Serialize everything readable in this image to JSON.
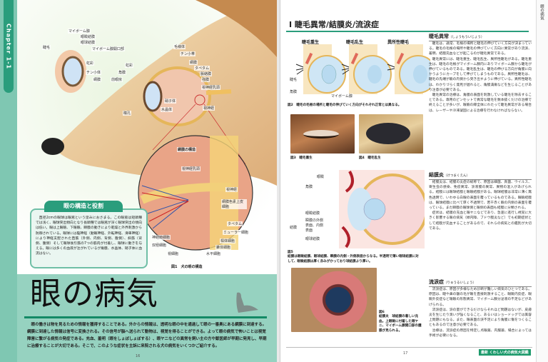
{
  "left_page": {
    "chapter_tab": "Chapter 1-1",
    "figure1": {
      "labels_small_eye": [
        "マイボーム腺",
        "眼瞼結膜",
        "眼球結膜",
        "マイボーム腺開口部",
        "睫毛",
        "虹彩",
        "チン小体",
        "網膜"
      ],
      "labels_large_eye": [
        "毛様体",
        "チン小帯",
        "網膜",
        "タペタム",
        "脈絡膜",
        "強膜",
        "視神経乳頭",
        "視神経",
        "虹彩",
        "角膜",
        "前眼房",
        "瞳孔",
        "硝子体",
        "水晶体"
      ],
      "retina_title": "網膜の構造",
      "retina_labels": [
        "視神経乳頭",
        "視神経",
        "網膜色素上皮細胞",
        "タペタム",
        "ミューラー細胞",
        "桿体細胞",
        "錐体細胞",
        "水平細胞",
        "視細胞",
        "双極細胞",
        "神経節細胞"
      ],
      "caption": "図1　犬の眼の構造"
    },
    "info_box": {
      "title": "眼の構造と役割",
      "text": "直径2cmの眼球は眼窩という窪みにおさまる。この眼窩は短頭種では浅く、眼球突出傾向となり長頭種では眼窩が深く眼球突出の傾向は低い。眼は上眼瞼、下眼瞼、瞬膜の動きにより乾燥と外界刺激から防御されている。眼球には脳神経（動眼神経、外転神経、滑車神経）により神経支配された直筋（外側、内側、背側、腹側）、斜筋（背側、腹側）そして眼球後引筋の7つの筋肉が付着し、眼球に動きを与える。眼には多くの血液が注がれているが角膜、水晶体、硝子体に血流はない。"
    },
    "title": "眼の病気",
    "intro": "眼の働きは物を見るための情報を獲得することである。外からの情報は、透明な眼の中を通過して眼の一番奥にある網膜に到達する。網膜に到達した情報は信号に変換される。その信号が脳へ送られて動物は、視覚を得ることができる。よって眼の病気で怖いことは視覚障害に繋がる病気の発症である。充血、羞明（眼をしょぼしょぼする）、眼ヤニなどの異常を飼い主の方や獣医師が早期に発見し、早期に治療することが大切である。そこで、このような症状を主訴に来院される犬の病気をいくつかご紹介する。",
    "page_number": "16",
    "accent": "#2a9d7c",
    "panel_color": "#96d2c0"
  },
  "right_page": {
    "heading": "Ⅰ 睫毛異常/結膜炎/流涙症",
    "side_label": "眼の病気",
    "figure2": {
      "titles": [
        "睫毛重生",
        "睫毛乱生",
        "異所性睫毛"
      ],
      "labels": [
        "睫毛",
        "角膜",
        "マイボーム腺"
      ],
      "caption": "図2　睫毛の毛根の場所と睫毛の伸びていく方向がそれぞれ正常とは異なる。"
    },
    "figure3_caption": "図3　睫毛重生",
    "figure4_caption": "図4　睫毛乱生",
    "figure5": {
      "labels": [
        "眼瞼",
        "角膜",
        "結膜",
        "眼瞼結膜",
        "瞬膜の外側表面、内側表面",
        "眼球結膜"
      ],
      "caption_num": "図5",
      "caption": "結膜は眼瞼結膜、眼球結膜、瞬膜の内側・外側表面からなる。半透明で薄い眼球結膜に対して、眼瞼結膜は厚く赤みがかっており球結膜より厚い。"
    },
    "figure6": {
      "caption_num": "図6",
      "caption": "結膜炎　球結膜の著しい充血。上眼瞼に付着した眼ヤニ、マイボーム腺開口部の腫脹が見られる。"
    },
    "sections": [
      {
        "title": "睫毛異常",
        "reading": "（しょうもういじょう）",
        "paragraphs": [
          "睫毛は、通常、毛根の場所と睫毛の伸びていく方向が決まっている。睫毛の毛根の場所や睫毛の伸びていく方向に異常があり流涙、羞明、結膜充血などが起こるのが睫毛異常である。",
          "睫毛異常には、睫毛重生、睫毛乱生、異所性睫毛がある。睫毛重生は、睫毛の毛根がマイボーム腺内にありマイボーム腺から睫毛が伸びているものである。睫毛乱生は、睫毛の伸びる方向が角膜に向かうようにカーブをして伸びてしまうものである。異所性睫毛は、睫毛の先端が瞼の内側から突き出すように伸びている。異所性睫毛は、わかりづらく発見が遅れると、角膜潰瘍などを生じることがあり注意が必要である。",
          "睫毛異常の治療は、角膜の表面を刺激している睫毛を除去することである。専用のピンセットで異常な睫毛を数本抜くだけの治療で終えることが多いが、眼瞼の縁全体にわたって睫毛異常がある場合は、レーザーや冷凍凝固による治療を行わなければならない。"
        ]
      },
      {
        "title": "結膜炎",
        "reading": "（けつまくえん）",
        "paragraphs": [
          "結膜炎は、結膜の炎症の総称で、原因は細菌、真菌、ウイルス、寄生虫の感染、免疫異常、涙液膜の異常、異物の混入があげられる。結膜には眼球結膜と眼瞼結膜がある。眼球結膜は非常に薄く無色透明で、いわゆる白眼の表面を覆っているものである。眼瞼結膜は、眼球結膜に比べて厚く不透明で、若干赤く瞼の内側の表面を覆っている。また瞬膜の眼球側と眼側の表面も結膜に分類される。",
          "症状は、結膜の充血と眼ヤニなどであり、急速に進行し視覚に大きく影響する眼の病気（緑内障、ブドウ膜炎など）でも初期症状として結膜が充血することがあるので、それらの病気との鑑別が大切である。"
        ]
      },
      {
        "title": "流涙症",
        "reading": "（りゅうるいしょう）",
        "paragraphs": [
          "流涙症は、原因が多様なため診断が難しい病気のひとつである。原因は、睫や鼻の皺の毛が眼を直接刺激すること、眼瞼内反症、眼瞼外反症など眼瞼の形態異常、マイボーム腺分泌液の不足などがあげられる。",
          "流涙症は、涙の量ができるだけならそれほど問題はないが、皮膚炎を生じたり臭いが強くなること、あるいはショードッグでは美容上問題にもなる。また、眼表面の涙不足により角膜に傷をつくることもあるので注意が必要である。",
          "治療は、流涙症の原因を特定し点眼薬、内服薬、場合によっては手術が必要になる。"
        ]
      }
    ],
    "page_number": "17",
    "footer_badge": "最新 くわしい犬の病気大図鑑",
    "badge_color": "#1d9a6c"
  }
}
